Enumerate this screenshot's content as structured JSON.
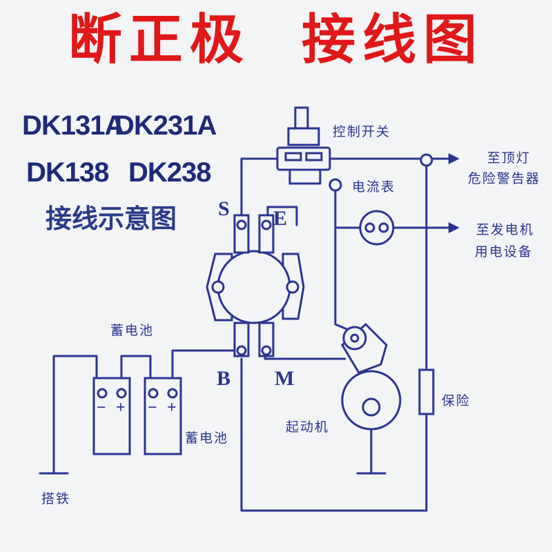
{
  "title": "断正极  接线图",
  "models": {
    "line1_a": "DK131A",
    "line1_b": "DK231A",
    "line2_a": "DK138",
    "line2_b": "DK238"
  },
  "diagram_caption": "接线示意图",
  "labels": {
    "control_switch": "控制开关",
    "ammeter": "电流表",
    "to_roof_light_1": "至顶灯",
    "to_roof_light_2": "危险警告器",
    "to_generator_1": "至发电机",
    "to_generator_2": "用电设备",
    "terminal_s": "S",
    "terminal_e": "E",
    "terminal_b": "B",
    "terminal_m": "M",
    "battery_top": "蓄电池",
    "battery_bottom": "蓄电池",
    "starter": "起动机",
    "fuse": "保险",
    "ground": "搭铁",
    "minus_1": "−",
    "plus_1": "+",
    "minus_2": "−",
    "plus_2": "+"
  },
  "colors": {
    "title": "#e01818",
    "wire": "#2a3490",
    "text": "#1f2a78"
  }
}
